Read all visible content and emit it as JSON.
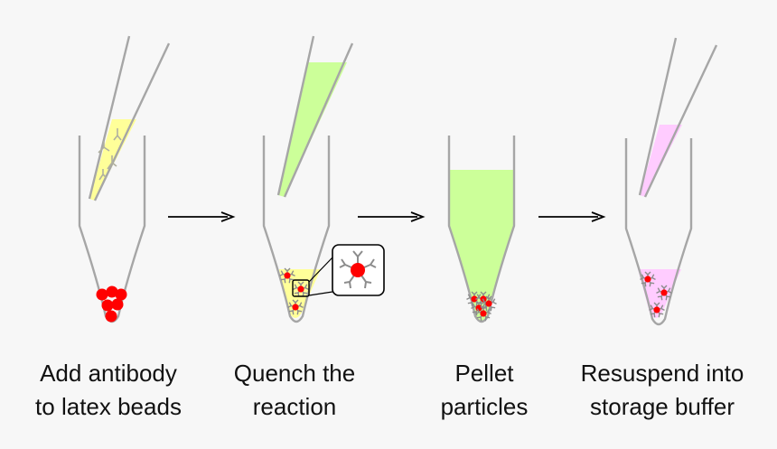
{
  "steps": [
    {
      "line1": "Add antibody",
      "line2": "to latex beads"
    },
    {
      "line1": "Quench the",
      "line2": "reaction"
    },
    {
      "line1": "Pellet",
      "line2": "particles"
    },
    {
      "line1": "Resuspend into",
      "line2": "storage buffer"
    }
  ],
  "colors": {
    "background": "#f7f7f7",
    "tube_outline": "#a6a6a6",
    "bead": "#ff0000",
    "antibody": "#8c8c8c",
    "reagent_yellow": "#ffff99",
    "reagent_green": "#ccff99",
    "buffer_pink": "#ffccff",
    "arrow": "#000000"
  },
  "icons": [
    "pipette-tip",
    "microcentrifuge-tube",
    "latex-bead",
    "antibody",
    "magnifier-inset",
    "arrow"
  ]
}
